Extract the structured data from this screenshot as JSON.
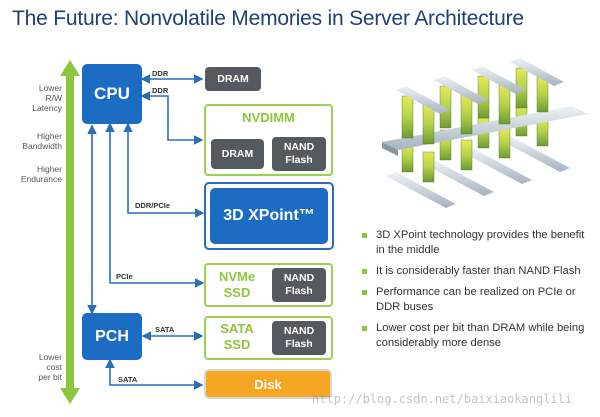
{
  "title": "The Future: Nonvolatile Memories in Server Architecture",
  "side_labels": {
    "top": [
      "Lower",
      "R/W",
      "Latency"
    ],
    "mid1": [
      "Higher",
      "Bandwidth"
    ],
    "mid2": [
      "Higher",
      "Endurance"
    ],
    "bottom": [
      "Lower",
      "cost",
      "per bit"
    ]
  },
  "blocks": {
    "cpu": "CPU",
    "pch": "PCH",
    "dram": "DRAM",
    "nvdimm": "NVDIMM",
    "nvdimm_dram": "DRAM",
    "nvdimm_nand": [
      "NAND",
      "Flash"
    ],
    "xpoint": "3D XPoint™",
    "nvme": [
      "NVMe",
      "SSD"
    ],
    "nvme_nand": [
      "NAND",
      "Flash"
    ],
    "sata_ssd": [
      "SATA",
      "SSD"
    ],
    "sata_nand": [
      "NAND",
      "Flash"
    ],
    "disk": "Disk"
  },
  "link_labels": {
    "ddr1": "DDR",
    "ddr2": "DDR",
    "ddr_pcie": "DDR/PCIe",
    "pcie": "PCIe",
    "sata1": "SATA",
    "sata2": "SATA"
  },
  "bullets": [
    "3D XPoint technology provides the benefit in the middle",
    "It is considerably faster than NAND Flash",
    "Performance can be realized on PCIe or DDR buses",
    "Lower cost per bit than DRAM while being considerably more dense"
  ],
  "watermark": "http://blog.csdn.net/baixiaokanglili",
  "colors": {
    "title": "#1f3f78",
    "blue": "#1b6cc2",
    "green": "#8cc63f",
    "dark": "#555a60",
    "orange": "#f5a623"
  },
  "image_desc": "3d-crosspoint-structure"
}
